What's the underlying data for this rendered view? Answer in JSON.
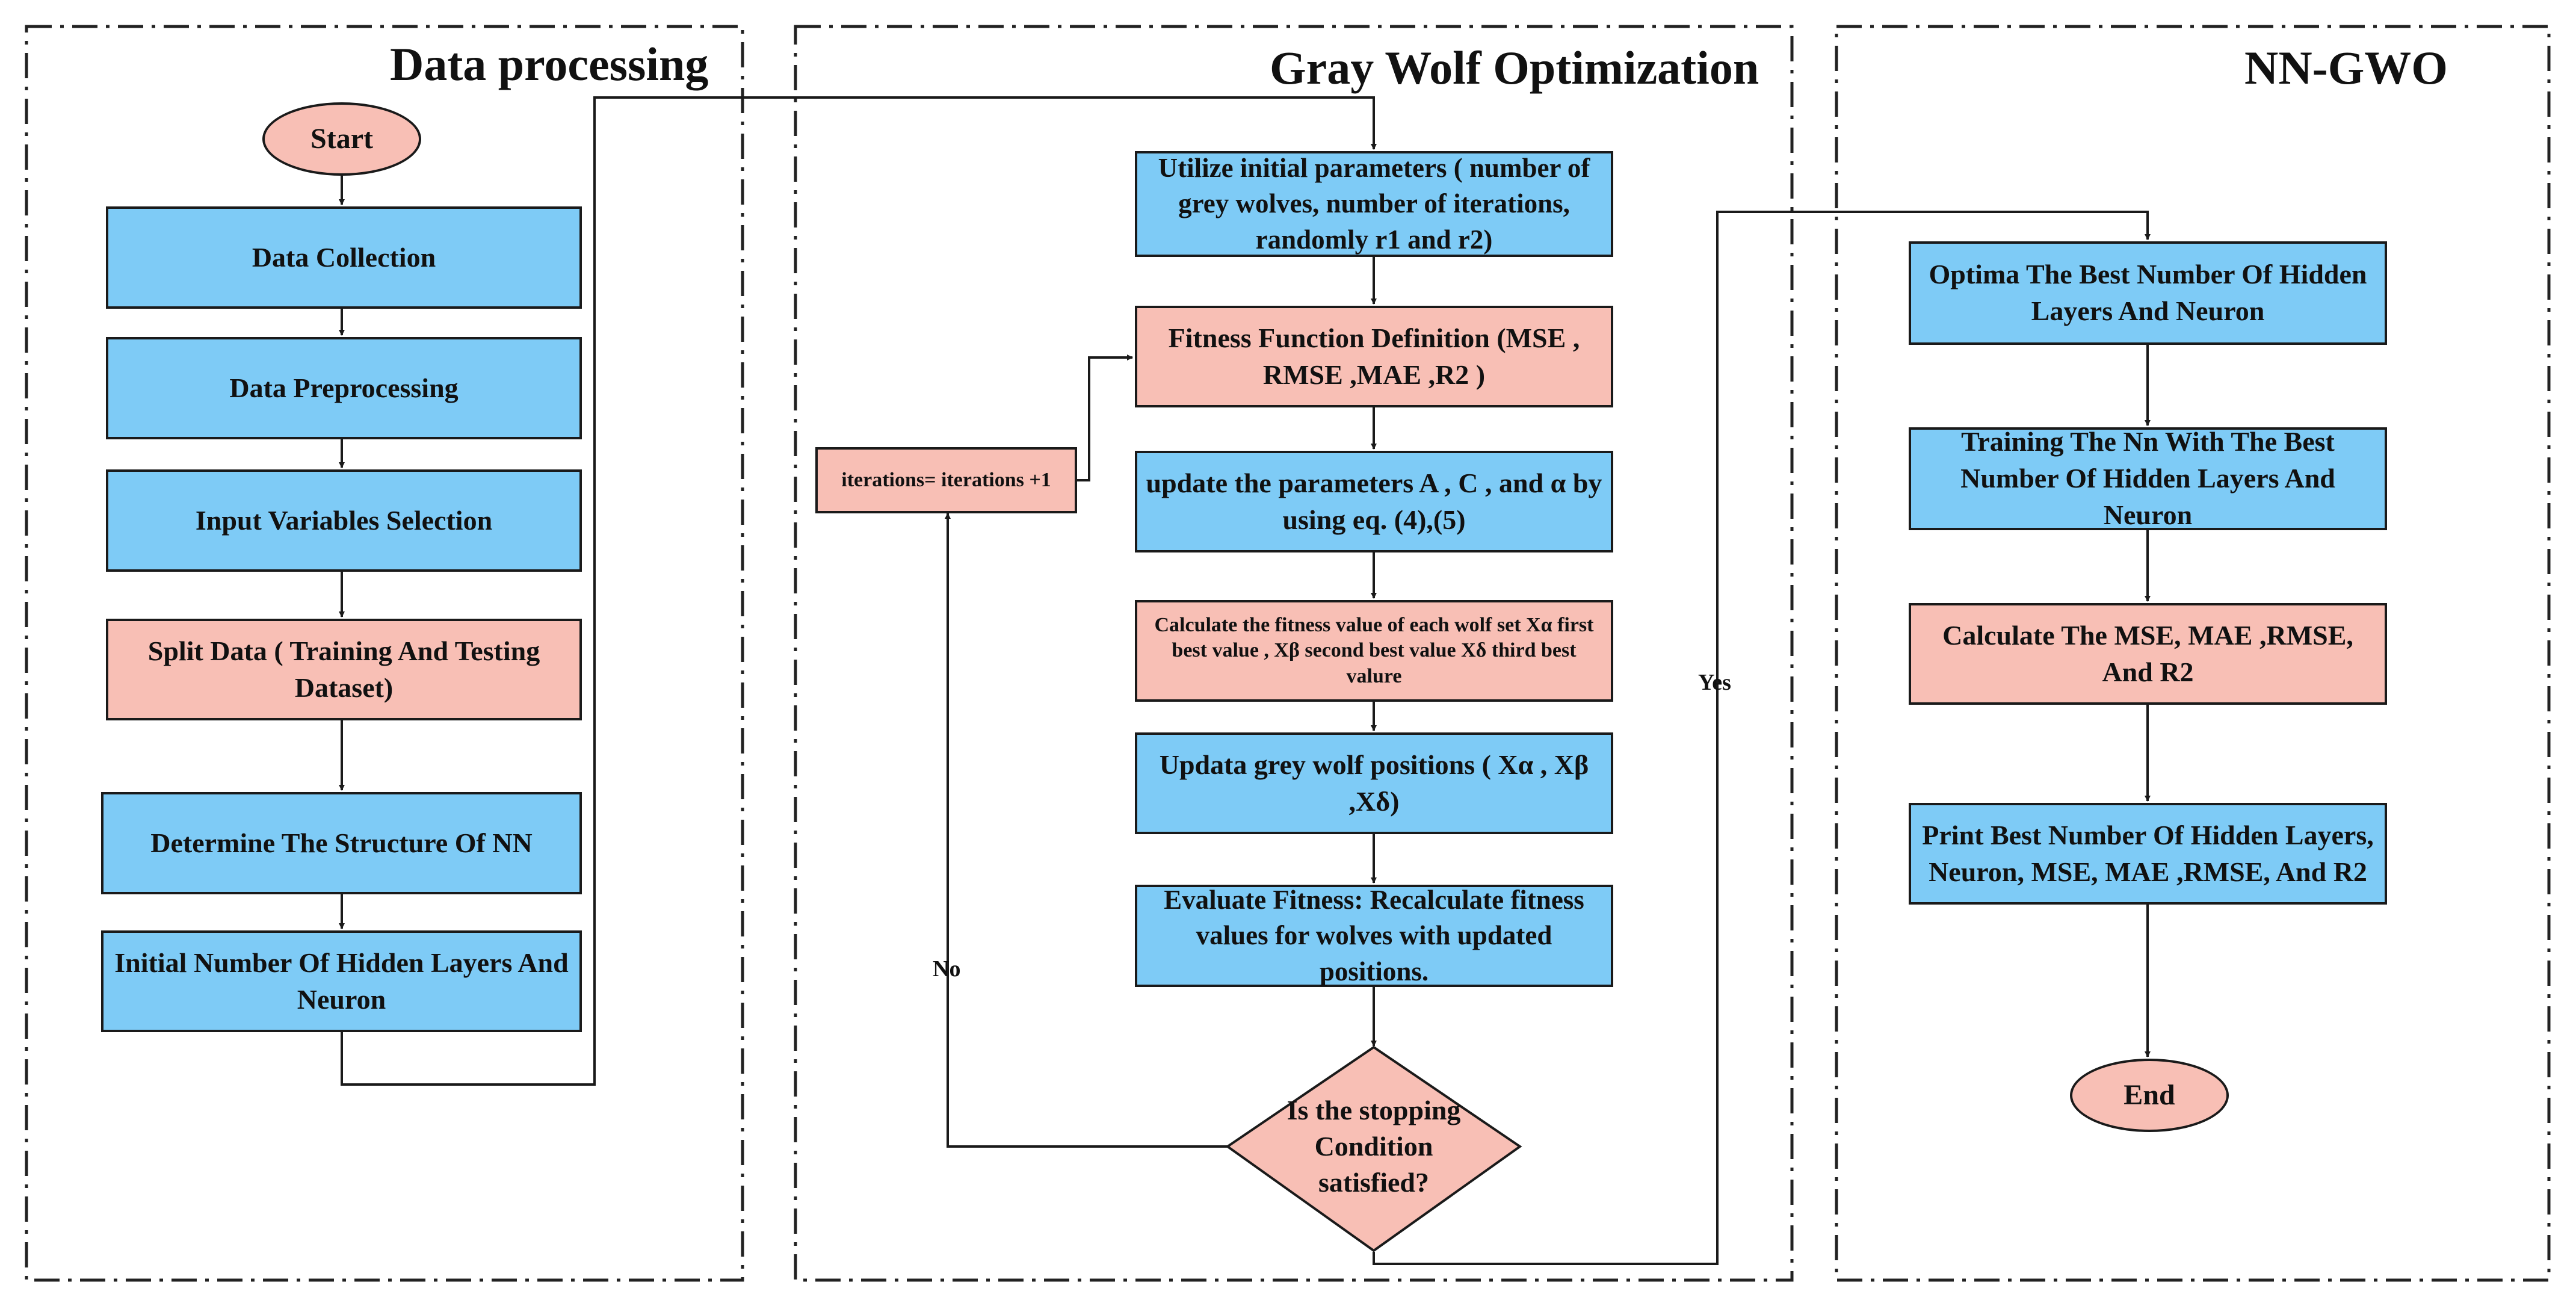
{
  "colors": {
    "process_blue": "#7ecbf6",
    "process_pink": "#f8bfb5",
    "line": "#1a1a1a"
  },
  "panels": {
    "data_processing": "Data processing",
    "gwo": "Gray Wolf Optimization",
    "nngwo": "NN-GWO"
  },
  "data_processing": {
    "start": "Start",
    "data_collection": "Data Collection",
    "data_preprocessing": "Data Preprocessing",
    "input_selection": "Input Variables Selection",
    "split_data": "Split Data ( Training  And Testing Dataset)",
    "structure": "Determine The Structure Of NN",
    "initial_hidden": "Initial Number Of Hidden Layers And Neuron"
  },
  "gwo": {
    "init_params": "Utilize initial parameters ( number of grey wolves, number of iterations, randomly r1 and r2)",
    "fitness_def": "Fitness Function Definition (MSE , RMSE ,MAE ,R2 )",
    "iterations": "iterations= iterations +1",
    "update_params": "update the parameters A , C , and α by using eq. (4),(5)",
    "calc_fitness": "Calculate the fitness value of each wolf set Xα first best value , Xβ second best value Xδ third best valure",
    "update_positions": "Updata grey wolf positions ( Xα  , Xβ ,Xδ)",
    "evaluate": "Evaluate Fitness: Recalculate fitness values for wolves with updated positions.",
    "decision": "Is the stopping Condition satisfied?",
    "no_label": "No",
    "yes_label": "Yes"
  },
  "nngwo": {
    "optima": "Optima The Best Number Of Hidden Layers And Neuron",
    "training": "Training The Nn With The Best Number Of Hidden Layers And Neuron",
    "calculate": "Calculate The MSE, MAE ,RMSE, And R2",
    "print": "Print Best Number Of Hidden Layers, Neuron,   MSE, MAE ,RMSE, And R2",
    "end": "End"
  }
}
